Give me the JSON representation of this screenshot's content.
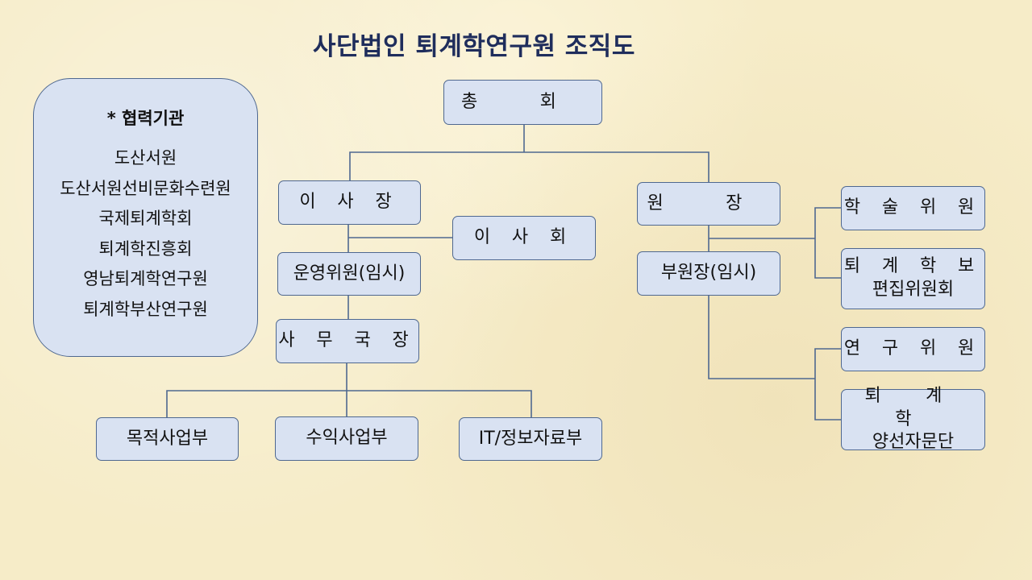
{
  "title": "사단법인 퇴계학연구원 조직도",
  "colors": {
    "box_fill": "#d9e2f2",
    "box_border": "#4f6890",
    "line": "#4f6890",
    "title": "#1f2d5c"
  },
  "partners": {
    "heading": "* 협력기관",
    "items": [
      "도산서원",
      "도산서원선비문화수련원",
      "국제퇴계학회",
      "퇴계학진흥회",
      "영남퇴계학연구원",
      "퇴계학부산연구원"
    ]
  },
  "org": {
    "general_assembly": "총 회",
    "chairman": "이 사 장",
    "board": "이 사 회",
    "steering_committee": "운영위원(임시)",
    "secretary_general": "사 무 국 장",
    "dept_purpose": "목적사업부",
    "dept_revenue": "수익사업부",
    "dept_it": "IT/정보자료부",
    "director": "원 장",
    "vice_director": "부원장(임시)",
    "academic_committee": "학 술 위 원",
    "journal_committee": {
      "line1": "퇴 계 학 보",
      "line2": "편집위원회"
    },
    "research_committee": "연 구 위 원",
    "advisory_group": {
      "line1": "퇴 계 학",
      "line2": "양선자문단"
    }
  }
}
